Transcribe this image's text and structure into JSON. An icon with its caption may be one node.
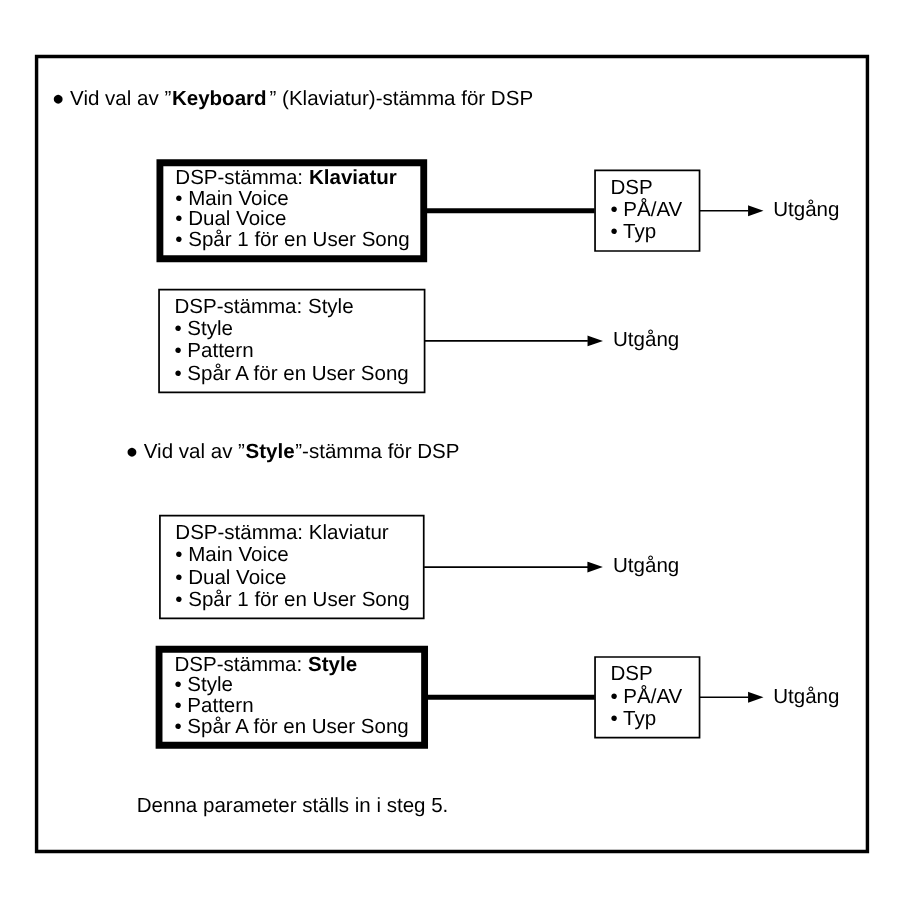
{
  "diagram": {
    "nodes": [
      {
        "text": [],
        "shape": "box"
      },
      {
        "text": [
          "DSP-stämma: **Klaviatur**",
          "• Main Voice",
          "• Dual Voice",
          "• Spår 1 för en User Song"
        ],
        "in": 0
      },
      {
        "text": [
          "DSP-stämma: Style",
          "• Style",
          "• Pattern",
          "• Spår A för en User Song"
        ],
        "in": 0
      },
      {
        "text": [
          "DSP",
          "• PÅ/AV",
          "• Typ"
        ],
        "in": 0
      },
      {
        "text": [
          "Utgång"
        ],
        "in": 0
      },
      {
        "text": [
          "Utgång"
        ],
        "in": 0
      },
      {
        "text": [
          "DSP-stämma: Klaviatur",
          "• Main Voice",
          "• Dual Voice",
          "• Spår 1 för en User Song"
        ],
        "in": 0
      },
      {
        "text": [
          "DSP-stämma: **Style**",
          "• Style",
          "• Pattern",
          "• Spår A för en User Song"
        ],
        "in": 0
      },
      {
        "text": [
          "DSP",
          "• PÅ/AV",
          "• Typ"
        ],
        "in": 0
      },
      {
        "text": [
          "Utgång"
        ],
        "in": 0
      },
      {
        "text": [
          "Utgång"
        ],
        "in": 0
      }
    ],
    "edges": [
      {
        "from": 1,
        "to": 3,
        "arrow": "none",
        "style": "thick"
      },
      {
        "from": 3,
        "to": 4,
        "arrow": "to"
      },
      {
        "from": 2,
        "to": 5,
        "arrow": "to"
      },
      {
        "from": 6,
        "to": 9,
        "arrow": "to"
      },
      {
        "from": 7,
        "to": 8,
        "arrow": "none",
        "style": "thick"
      },
      {
        "from": 8,
        "to": 10,
        "arrow": "to"
      }
    ],
    "labels": [
      "● Vid val av ”**Keyboard**” (Klaviatur)-stämma för DSP",
      "● Vid val av ”**Style**”-stämma för DSP",
      "Denna parameter ställs in i steg 5."
    ]
  }
}
